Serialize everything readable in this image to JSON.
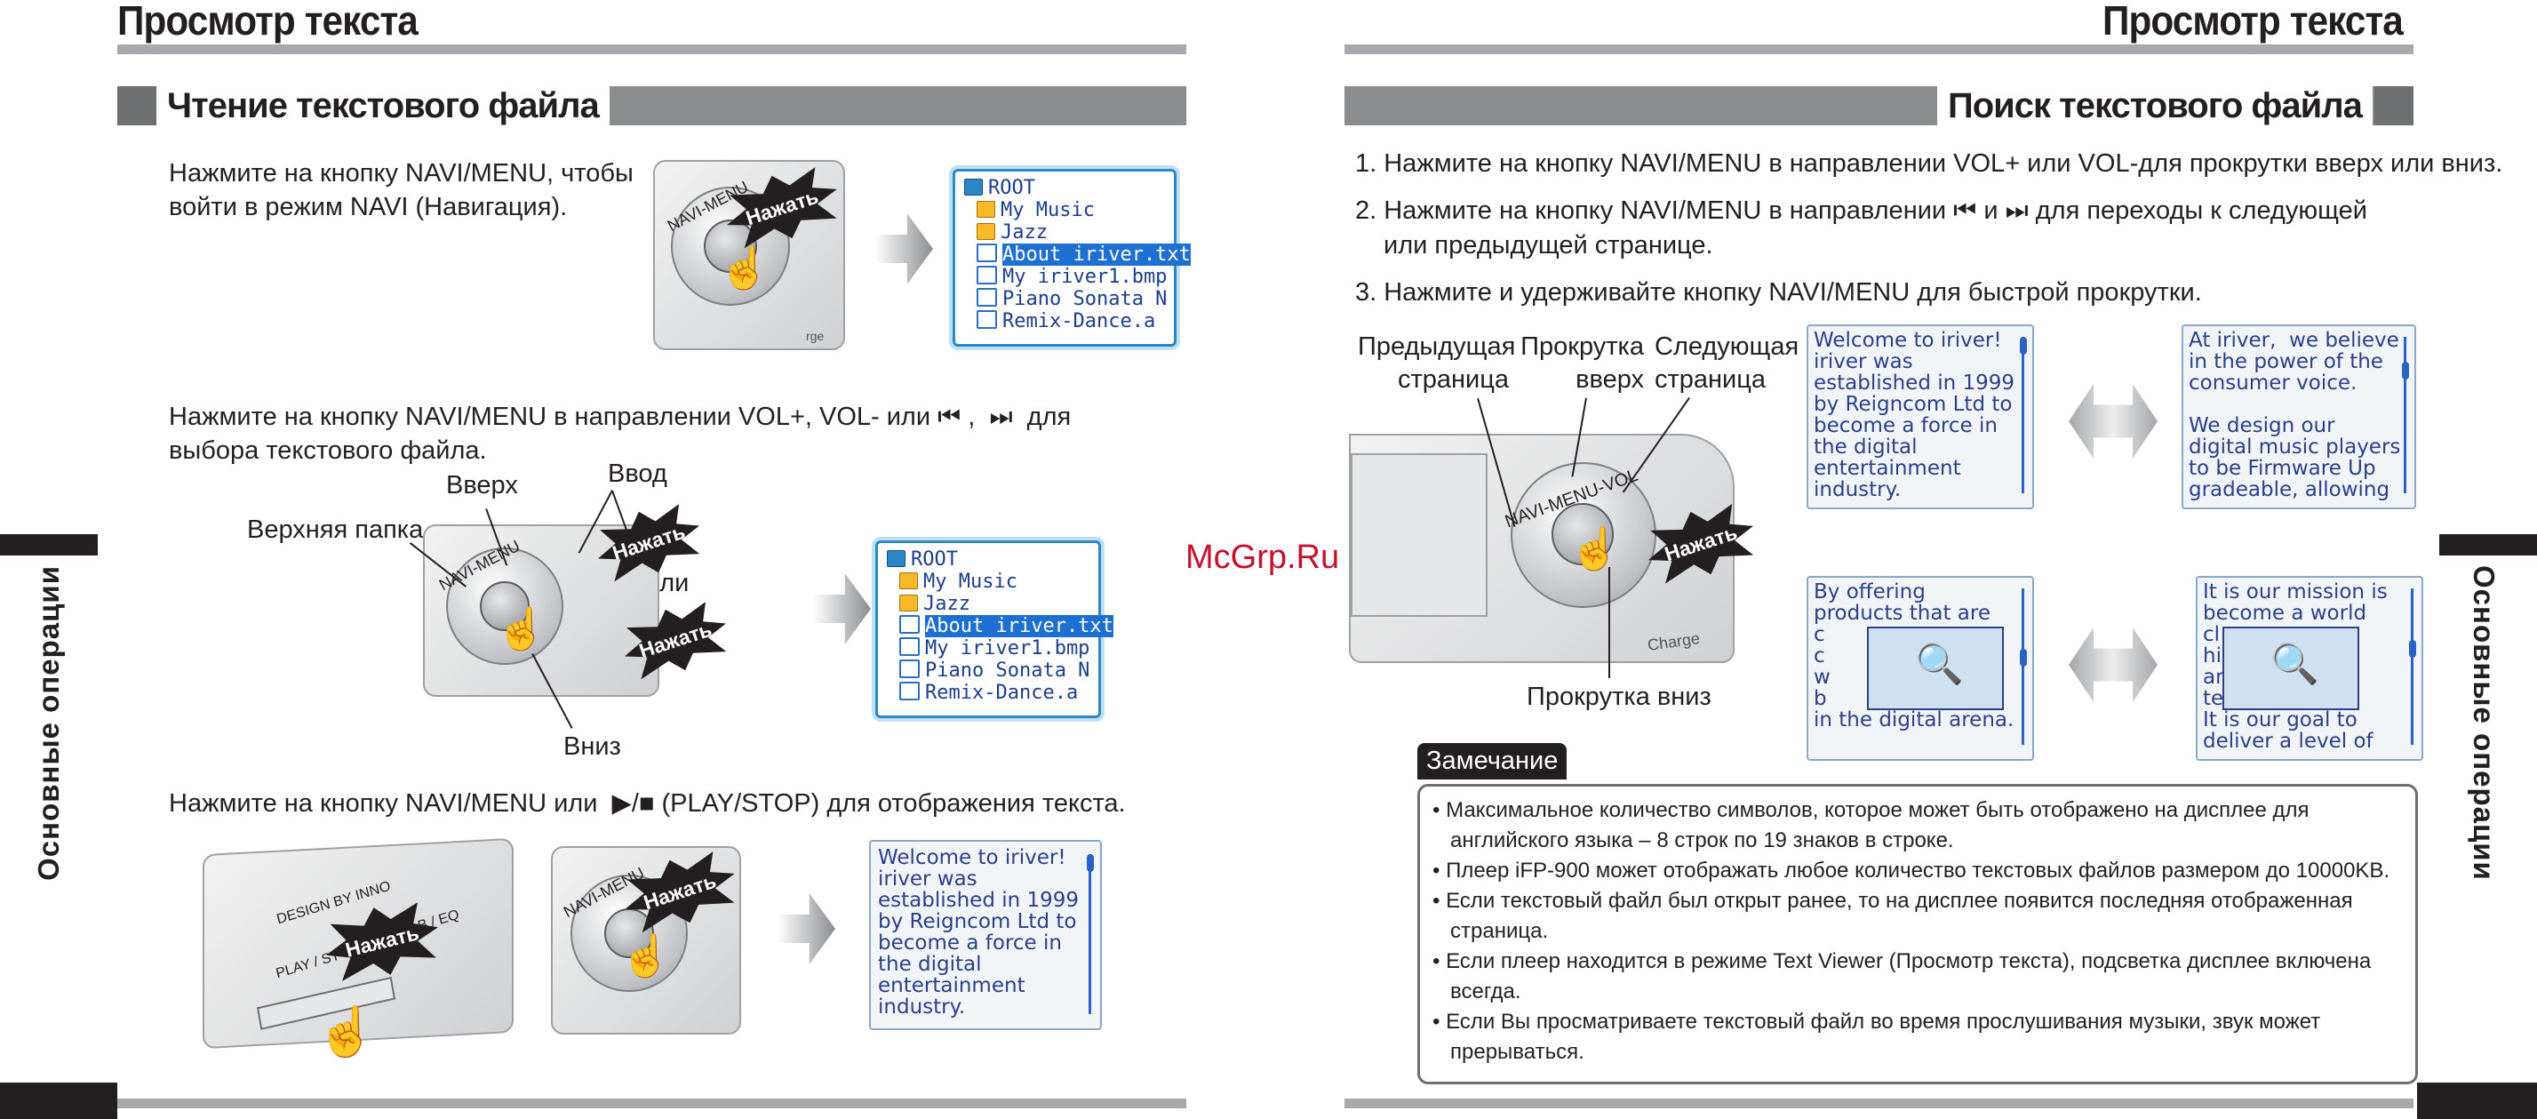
{
  "header": {
    "left_title": "Просмотр текста",
    "right_title": "Просмотр текста"
  },
  "side_tab": {
    "label": "Основные операции"
  },
  "left": {
    "section_title": "Чтение текстового файла",
    "step1": "Нажмите на кнопку NAVI/MENU, чтобы\nвойти в режим NAVI (Навигация).",
    "step2": "Нажмите на кнопку NAVI/MENU в направлении VOL+, VOL- или ⏮ ,  ⏭  для\nвыбора текстового файла.",
    "step3": "Нажмите на кнопку NAVI/MENU или  ▶/■ (PLAY/STOP) для отображения текста.",
    "labels": {
      "up": "Вверх",
      "enter": "Ввод",
      "top_folder": "Верхняя папка",
      "or": "или",
      "down": "Вниз"
    },
    "press": "Нажать",
    "device_labels": {
      "navi_menu": "NAVI-MENU",
      "design": "DESIGN BY INNO",
      "play": "PLAY / ST",
      "eq": "B / EQ",
      "charge": "rge"
    },
    "file_list": [
      {
        "name": "ROOT",
        "icon": "root-icon",
        "selected": false
      },
      {
        "name": "My Music",
        "icon": "folder-icon",
        "selected": false
      },
      {
        "name": "Jazz",
        "icon": "folder-icon",
        "selected": false
      },
      {
        "name": "About iriver.txt",
        "icon": "file-icon",
        "selected": true
      },
      {
        "name": "My iriver1.bmp",
        "icon": "file-icon",
        "selected": false
      },
      {
        "name": "Piano Sonata N",
        "icon": "file-icon",
        "selected": false
      },
      {
        "name": "Remix-Dance.a",
        "icon": "file-icon",
        "selected": false
      }
    ],
    "text_screen": "Welcome to iriver!\niriver was\nestablished in 1999\nby Reigncom Ltd to\nbecome a force in\nthe digital\nentertainment\nindustry."
  },
  "right": {
    "section_title": "Поиск текстового файла",
    "step1": "1. Нажмите на кнопку NAVI/MENU в направлении VOL+ или VOL-для прокрутки вверх или вниз.",
    "step2a": "2. Нажмите на кнопку NAVI/MENU в направлении  ⏮ и ⏭  для переходы к следующей",
    "step2b": "или предыдущей странице.",
    "step3": "3. Нажмите  и удерживайте кнопку NAVI/MENU для быстрой прокрутки.",
    "labels": {
      "prev": "Предыдущая\nстраница",
      "scroll_up": "Прокрутка\nвверх",
      "next": "Следующая\nстраница",
      "scroll_down": "Прокрутка вниз"
    },
    "device_labels": {
      "navi_menu_vol": "NAVI-MENU-VOL",
      "charge": "Charge"
    },
    "press": "Нажать",
    "screens": [
      "Welcome to iriver!\niriver was\nestablished in 1999\nby Reigncom Ltd to\nbecome a force in\nthe digital\nentertainment\nindustry.",
      "At iriver,  we believe\nin the power of the\nconsumer voice.\n\nWe design our\ndigital music players\nto be Firmware Up\ngradeable, allowing",
      "By offering\nproducts that are\nc\nc\nw\nb\nin the digital arena.",
      "It is our mission is\nbecome a world\ncl\nhi\nar\nte\nIt is our goal to\ndeliver a level of"
    ],
    "note": {
      "title": "Замечание",
      "lines": [
        "• Максимальное количество символов, которое может быть отображено на дисплее для",
        "   английского языка – 8 строк по 19 знаков в строке.",
        "• Плеер iFP-900 может отображать любое количество текстовых файлов размером до 10000KB.",
        "• Если текстовый файл был открыт ранее, то на дисплее появится последняя отображенная",
        "   страница.",
        "• Если плеер находится в режиме Text Viewer (Просмотр текста), подсветка дисплее включена",
        "   всегда.",
        "• Если Вы просматриваете текстовый файл во время прослушивания музыки, звук может",
        "   прерываться."
      ]
    }
  },
  "watermark": "McGrp.Ru"
}
